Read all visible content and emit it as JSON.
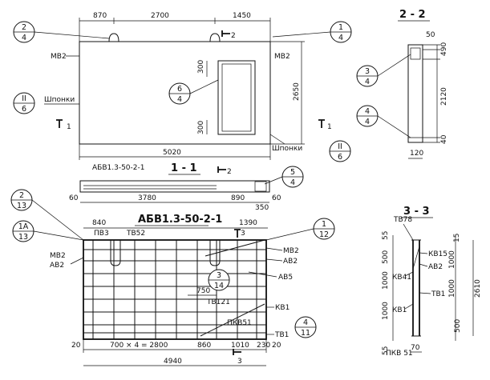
{
  "panel": {
    "dims_top": [
      "870",
      "2700",
      "1450"
    ],
    "dim_length": "5020",
    "dim_height": "2650",
    "dim_300_top": "300",
    "dim_300_bottom": "300",
    "label_mb2_left": "МВ2",
    "label_mb2_right": "МВ2",
    "label_shponki_left": "Шпонки",
    "label_shponki_right": "Шпонки",
    "section_mark_1": "1",
    "section_mark_2": "2",
    "callouts": {
      "c24": {
        "top": "2",
        "bottom": "4"
      },
      "c14": {
        "top": "1",
        "bottom": "4"
      },
      "cII6_left": {
        "top": "II",
        "bottom": "6"
      },
      "c64": {
        "top": "6",
        "bottom": "4"
      },
      "cII6_right": {
        "top": "II",
        "bottom": "6"
      }
    }
  },
  "section22": {
    "title": "2 - 2",
    "dims": [
      "50",
      "490",
      "2120",
      "40"
    ],
    "dim_width": "120",
    "callouts": {
      "c34": {
        "top": "3",
        "bottom": "4"
      },
      "c44": {
        "top": "4",
        "bottom": "4"
      }
    }
  },
  "section11": {
    "title": "1 - 1",
    "label_abv": "АБВ1.3-50-2-1",
    "dims": [
      "60",
      "3780",
      "890",
      "350",
      "60"
    ],
    "section_mark_2": "2",
    "callout_54": {
      "top": "5",
      "bottom": "4"
    }
  },
  "cage": {
    "title": "АБВ1.3-50-2-1",
    "dims_top": [
      "840",
      "1390"
    ],
    "labels": {
      "pv3": "ПВ3",
      "tv52": "ТВ52",
      "mb2_left": "МВ2",
      "ab2_left": "АВ2",
      "mb2_right": "МВ2",
      "ab2_right": "АВ2",
      "ab5": "АВ5",
      "tv121": "ТВ121",
      "kb1": "КВ1",
      "pkv51": "ПКВ51",
      "tb1": "ТВ1"
    },
    "dim_750": "750",
    "dims_bottom": [
      "20",
      "700 × 4 = 2800",
      "860",
      "1010",
      "230",
      "20"
    ],
    "dim_total": "4940",
    "section_mark_3": "3",
    "callouts": {
      "c213": {
        "top": "2",
        "bottom": "13"
      },
      "c1a13": {
        "top": "1А",
        "bottom": "13"
      },
      "c112": {
        "top": "1",
        "bottom": "12"
      },
      "c314": {
        "top": "3",
        "bottom": "14"
      },
      "c411": {
        "top": "4",
        "bottom": "11"
      }
    }
  },
  "section33": {
    "title": "3 - 3",
    "labels": {
      "tv78": "ТВ78",
      "kv15": "КВ15",
      "ab2": "АВ2",
      "kv41": "КВ41",
      "tb1": "ТВ1",
      "kb1": "КВ1",
      "pkv51": "ПКВ 51"
    },
    "dims_left": [
      "55",
      "500",
      "1000",
      "1000",
      "500",
      "55"
    ],
    "dims_right": [
      "15",
      "1000",
      "1000"
    ],
    "dim_total": "2610",
    "dim_width": "70"
  }
}
